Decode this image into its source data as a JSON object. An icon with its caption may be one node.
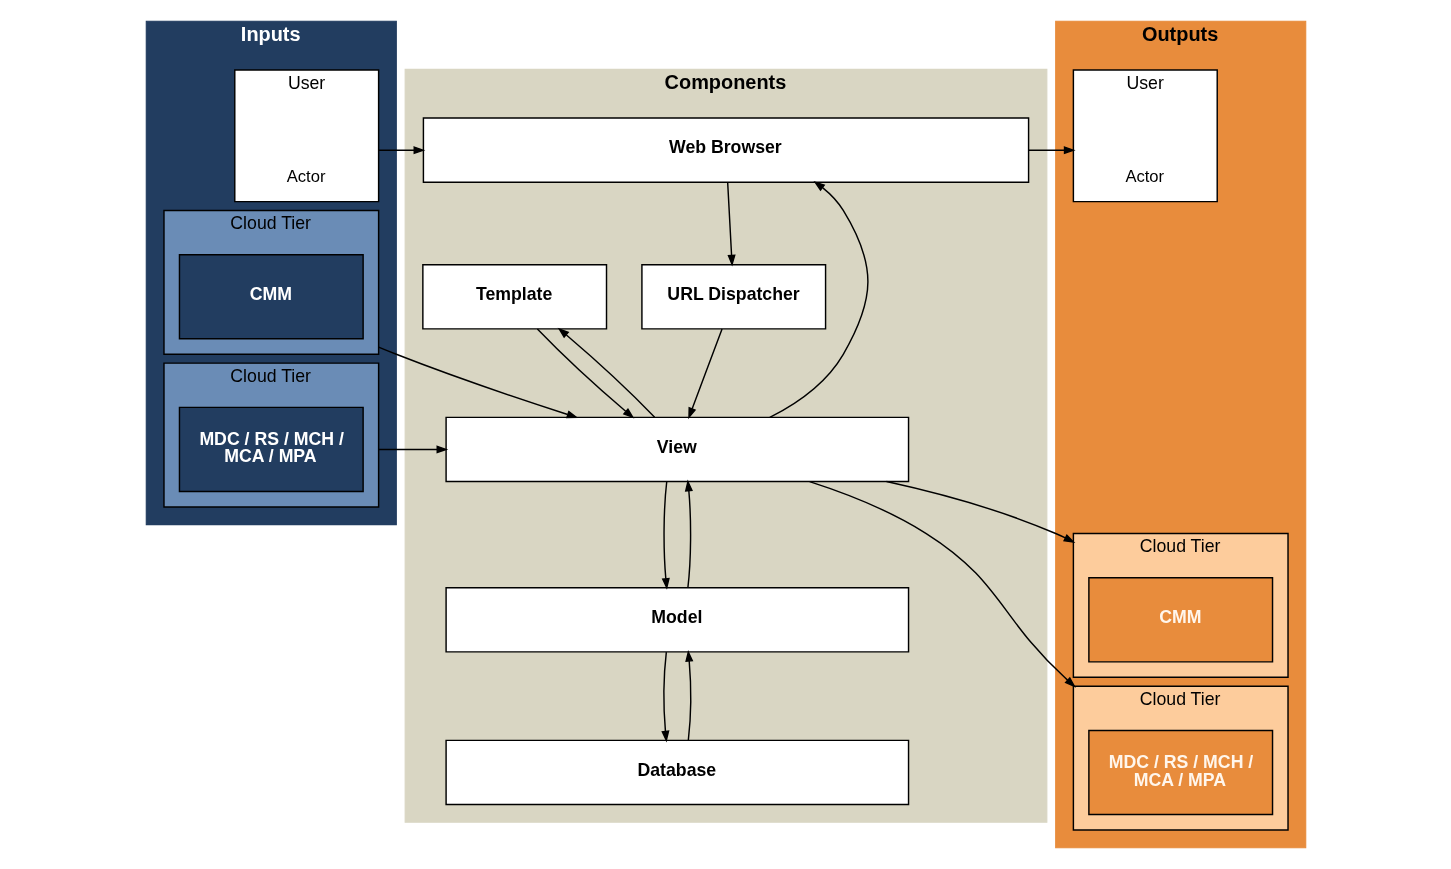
{
  "diagram": {
    "nodes": [
      {
        "text": [
          "Inputs"
        ]
      },
      {
        "text": [
          "User"
        ],
        "in": 0
      },
      {
        "text": [
          "Actor"
        ],
        "in": 1
      },
      {
        "text": [
          "Cloud Tier"
        ],
        "in": 0
      },
      {
        "text": [
          "CMM"
        ],
        "in": 3
      },
      {
        "text": [
          "Cloud Tier"
        ],
        "in": 0
      },
      {
        "text": [
          "MDC / RS / MCH / MCA / MPA"
        ],
        "in": 5
      },
      {
        "text": [
          "Components"
        ]
      },
      {
        "text": [
          "Web Browser"
        ],
        "in": 7
      },
      {
        "text": [
          "URL Dispatcher"
        ],
        "in": 7
      },
      {
        "text": [
          "Template"
        ],
        "in": 7
      },
      {
        "text": [
          "View"
        ],
        "in": 7
      },
      {
        "text": [
          "Model"
        ],
        "in": 7
      },
      {
        "text": [
          "Database"
        ],
        "in": 7
      },
      {
        "text": [
          "Outputs"
        ]
      },
      {
        "text": [
          "User"
        ],
        "in": 14
      },
      {
        "text": [
          "Actor"
        ],
        "in": 15
      },
      {
        "text": [
          "Cloud Tier"
        ],
        "in": 14
      },
      {
        "text": [
          "CMM"
        ],
        "in": 17
      },
      {
        "text": [
          "Cloud Tier"
        ],
        "in": 14
      },
      {
        "text": [
          "MDC / RS / MCH / MCA / MPA"
        ],
        "in": 19
      }
    ],
    "edges": [
      {
        "from": 1,
        "to": 8,
        "arrow": "to"
      },
      {
        "from": 8,
        "to": 15,
        "arrow": "to"
      },
      {
        "from": 8,
        "to": 9,
        "arrow": "to"
      },
      {
        "from": 9,
        "to": 11,
        "arrow": "to"
      },
      {
        "from": 11,
        "to": 10,
        "arrow": "to"
      },
      {
        "from": 10,
        "to": 11,
        "arrow": "to"
      },
      {
        "from": 11,
        "to": 8,
        "arrow": "to"
      },
      {
        "from": 3,
        "to": 11,
        "arrow": "to"
      },
      {
        "from": 5,
        "to": 11,
        "arrow": "to"
      },
      {
        "from": 11,
        "to": 17,
        "arrow": "to"
      },
      {
        "from": 11,
        "to": 19,
        "arrow": "to"
      },
      {
        "from": 11,
        "to": 12,
        "arrow": "to"
      },
      {
        "from": 12,
        "to": 11,
        "arrow": "to"
      },
      {
        "from": 12,
        "to": 13,
        "arrow": "to"
      },
      {
        "from": 13,
        "to": 12,
        "arrow": "to"
      }
    ]
  }
}
